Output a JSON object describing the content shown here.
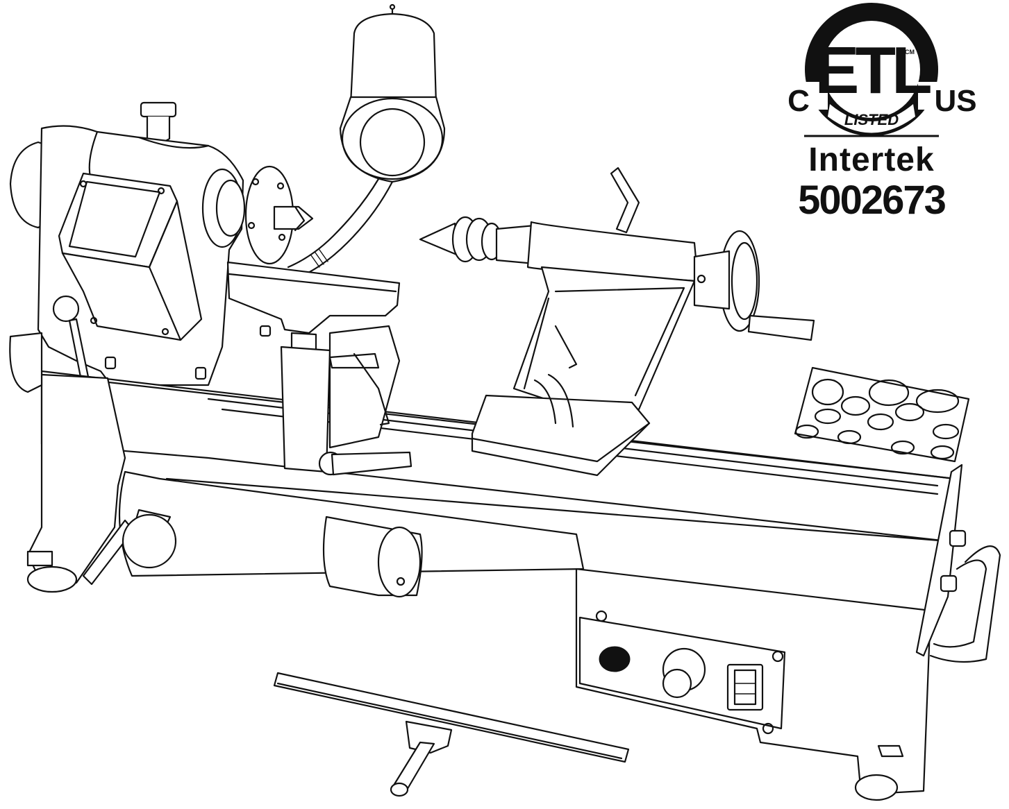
{
  "certification": {
    "mark": "ETL",
    "left_letter": "C",
    "right_letters": "US",
    "listed_text": "LISTED",
    "cm_text": "CM",
    "agency": "Intertek",
    "control_number": "5002673"
  },
  "icons": [
    "etl-listed-logo-icon",
    "lathe-illustration-icon"
  ],
  "colors": {
    "ink": "#111111",
    "paper": "#ffffff"
  }
}
